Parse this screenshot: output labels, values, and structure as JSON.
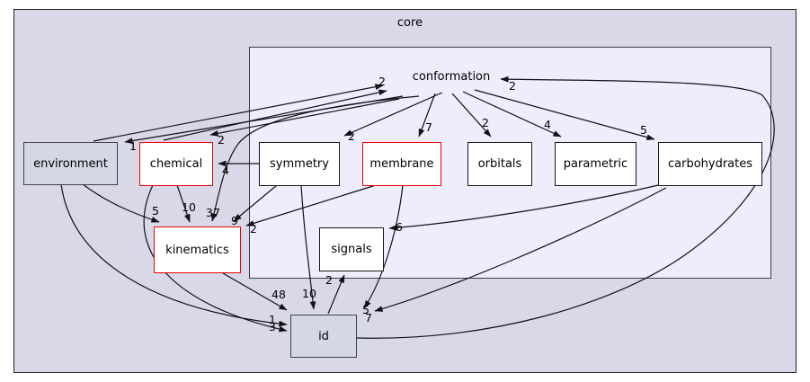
{
  "diagram": {
    "type": "directory-dependency-graph",
    "outer_cluster_label": "core",
    "inner_cluster_label": "conformation",
    "colors": {
      "outer_cluster_fill": "#d8d8e8",
      "inner_cluster_fill": "#ededfc",
      "plain_node_border": "#16161c",
      "truncated_node_border": "#ee0000",
      "gray_node_fill": "#d5d6e6",
      "edge_color": "#111118"
    },
    "nodes": [
      {
        "id": "environment",
        "label": "environment",
        "style": "gray"
      },
      {
        "id": "chemical",
        "label": "chemical",
        "style": "red"
      },
      {
        "id": "symmetry",
        "label": "symmetry",
        "style": "plain"
      },
      {
        "id": "membrane",
        "label": "membrane",
        "style": "red"
      },
      {
        "id": "orbitals",
        "label": "orbitals",
        "style": "plain"
      },
      {
        "id": "parametric",
        "label": "parametric",
        "style": "plain"
      },
      {
        "id": "carbohydrates",
        "label": "carbohydrates",
        "style": "plain"
      },
      {
        "id": "kinematics",
        "label": "kinematics",
        "style": "red"
      },
      {
        "id": "signals",
        "label": "signals",
        "style": "plain"
      },
      {
        "id": "id",
        "label": "id",
        "style": "gray"
      }
    ],
    "edges": [
      {
        "from": "conformation",
        "to": "environment",
        "label": "1"
      },
      {
        "from": "conformation",
        "to": "chemical",
        "label": "2"
      },
      {
        "from": "environment",
        "to": "conformation",
        "label": "2"
      },
      {
        "from": "chemical",
        "to": "conformation",
        "label": ""
      },
      {
        "from": "conformation",
        "to": "symmetry",
        "label": "2"
      },
      {
        "from": "conformation",
        "to": "membrane",
        "label": "7"
      },
      {
        "from": "conformation",
        "to": "orbitals",
        "label": "2"
      },
      {
        "from": "conformation",
        "to": "parametric",
        "label": "4"
      },
      {
        "from": "conformation",
        "to": "carbohydrates",
        "label": "5"
      },
      {
        "from": "symmetry",
        "to": "chemical",
        "label": "4"
      },
      {
        "from": "environment",
        "to": "kinematics",
        "label": "5"
      },
      {
        "from": "chemical",
        "to": "kinematics",
        "label": "10"
      },
      {
        "from": "conformation",
        "to": "kinematics",
        "label": "37"
      },
      {
        "from": "symmetry",
        "to": "kinematics",
        "label": "9"
      },
      {
        "from": "membrane",
        "to": "kinematics",
        "label": "2"
      },
      {
        "from": "carbohydrates",
        "to": "signals",
        "label": "6"
      },
      {
        "from": "id",
        "to": "signals",
        "label": "2"
      },
      {
        "from": "symmetry",
        "to": "id",
        "label": "10"
      },
      {
        "from": "kinematics",
        "to": "id",
        "label": "48"
      },
      {
        "from": "environment",
        "to": "id",
        "label": "1"
      },
      {
        "from": "chemical",
        "to": "id",
        "label": "3"
      },
      {
        "from": "membrane",
        "to": "id",
        "label": "5"
      },
      {
        "from": "carbohydrates",
        "to": "id",
        "label": "7"
      },
      {
        "from": "id",
        "to": "conformation",
        "label": "2"
      }
    ]
  }
}
